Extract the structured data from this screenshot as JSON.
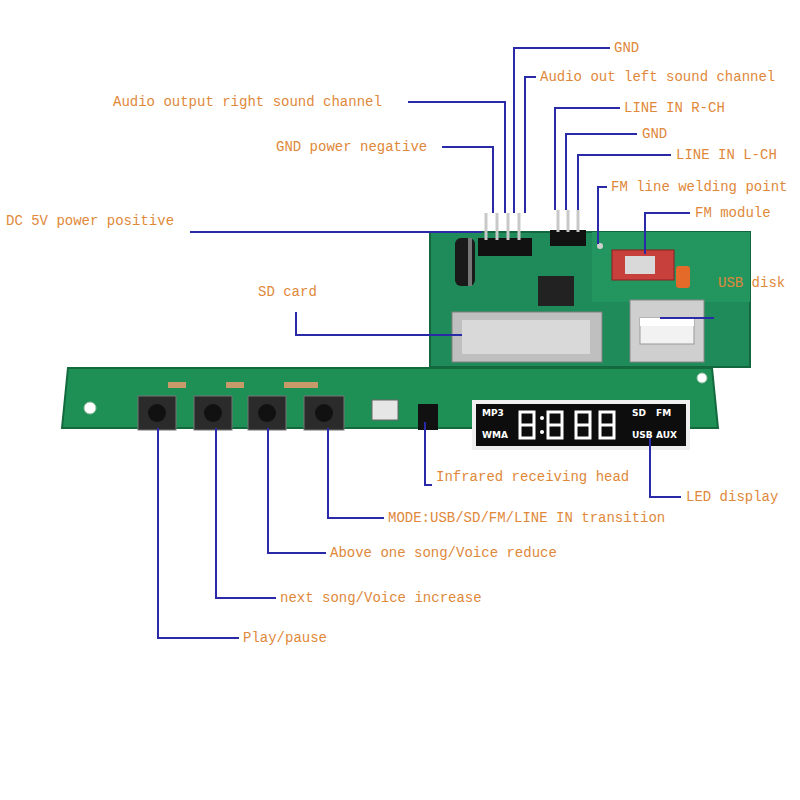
{
  "diagram": {
    "labels": [
      "GND",
      "Audio out left sound channel",
      "Audio output right sound channel",
      "LINE IN R-CH",
      "GND",
      "GND power negative",
      "LINE IN L-CH",
      "FM line welding point",
      "FM module",
      "DC 5V power positive",
      "USB disk",
      "SD card",
      "Infrared receiving head",
      "LED display",
      "MODE:USB/SD/FM/LINE IN transition",
      "Above one song/Voice reduce",
      "next song/Voice increase",
      "Play/pause",
      "MP3",
      "WMA",
      "SD",
      "FM",
      "USB",
      "AUX"
    ]
  }
}
